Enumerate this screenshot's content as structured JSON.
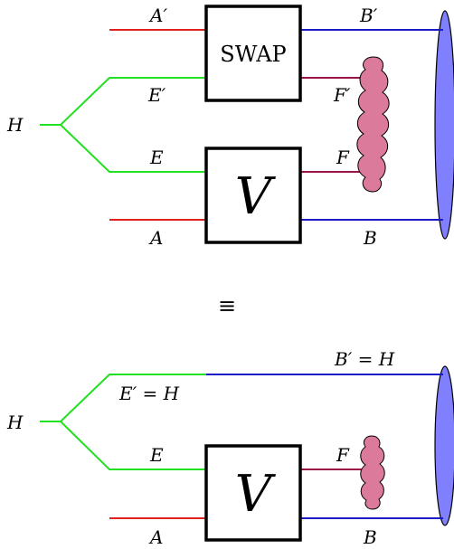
{
  "colors": {
    "red": "#e0201c",
    "green": "#22e022",
    "blue": "#1a1ac8",
    "purple": "#9a1448",
    "blob": "#db7a9a",
    "oval": "#8080ff",
    "black": "#000000"
  },
  "top": {
    "labels": {
      "A_prime": "A′",
      "B_prime": "B′",
      "E_prime": "E′",
      "F_prime": "F′",
      "H": "H",
      "E": "E",
      "F": "F",
      "A": "A",
      "B": "B"
    },
    "boxes": {
      "swap": "SWAP",
      "v": "V"
    }
  },
  "equiv": "≡",
  "bottom": {
    "labels": {
      "B_prime_eq": "B′ = H",
      "E_prime_eq": "E′ = H",
      "H": "H",
      "E": "E",
      "F": "F",
      "A": "A",
      "B": "B"
    },
    "boxes": {
      "v": "V"
    }
  }
}
